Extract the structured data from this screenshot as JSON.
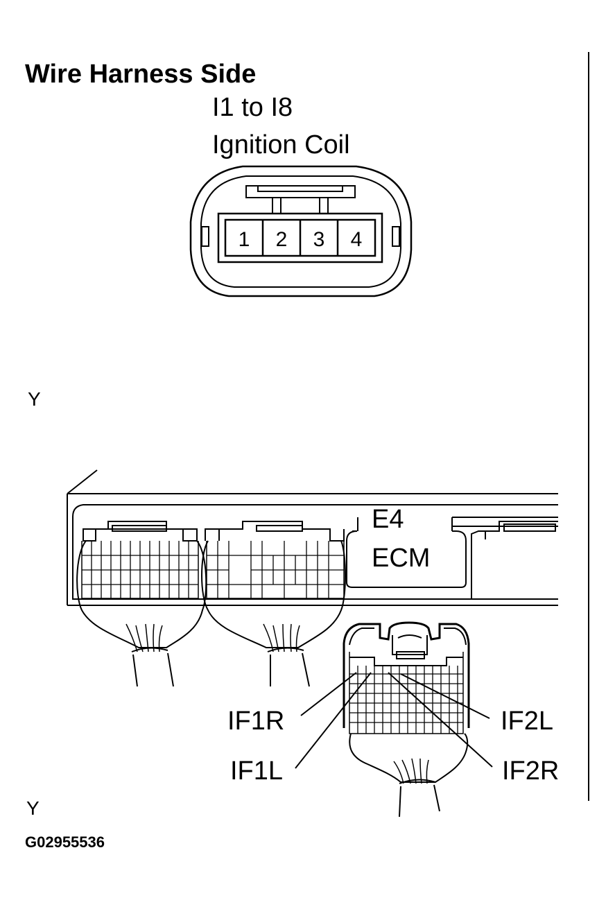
{
  "title": "Wire Harness Side",
  "ignition_coil": {
    "connector_id": "I1 to I8",
    "name": "Ignition Coil",
    "pins": [
      "1",
      "2",
      "3",
      "4"
    ]
  },
  "color_marks": [
    "Y",
    "Y"
  ],
  "ecm": {
    "connector_id": "E4",
    "name": "ECM"
  },
  "terminals": {
    "if1r": "IF1R",
    "if1l": "IF1L",
    "if2l": "IF2L",
    "if2r": "IF2R"
  },
  "figure_code": "G02955536"
}
